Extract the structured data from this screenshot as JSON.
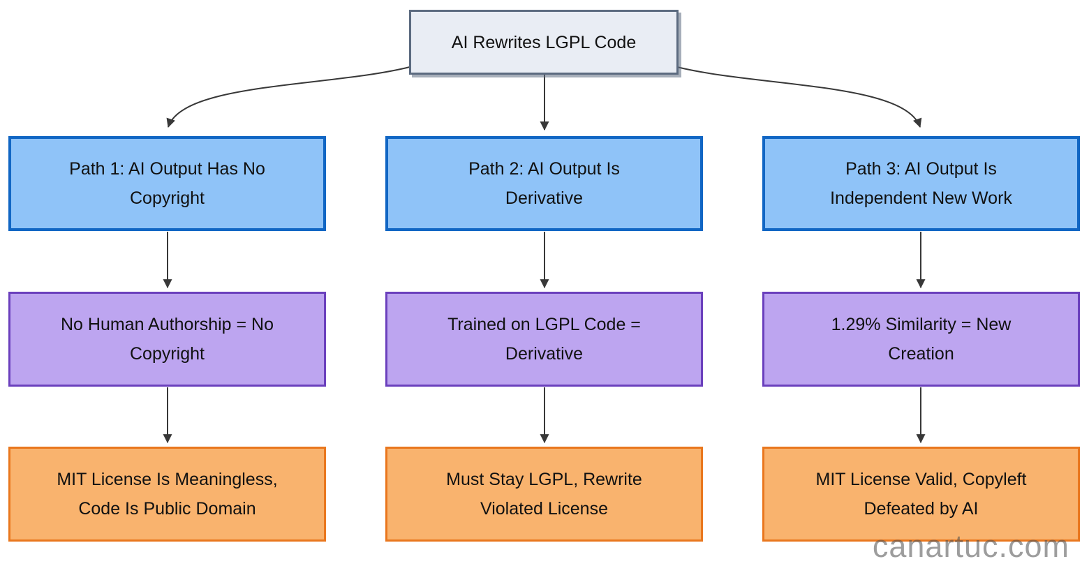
{
  "diagram": {
    "root": {
      "label": "AI Rewrites LGPL Code"
    },
    "columns": [
      {
        "path": "Path 1: AI Output Has No\nCopyright",
        "reason": "No Human Authorship = No\nCopyright",
        "outcome": "MIT License Is Meaningless,\nCode Is Public Domain"
      },
      {
        "path": "Path 2: AI Output Is\nDerivative",
        "reason": "Trained on LGPL Code =\nDerivative",
        "outcome": "Must Stay LGPL, Rewrite\nViolated License"
      },
      {
        "path": "Path 3: AI Output Is\nIndependent New Work",
        "reason": "1.29% Similarity = New\nCreation",
        "outcome": "MIT License Valid, Copyleft\nDefeated by AI"
      }
    ],
    "colors": {
      "root_fill": "#e9edf4",
      "root_border": "#5c6b80",
      "path_fill": "#8fc3f8",
      "path_border": "#1166c4",
      "reason_fill": "#bda5f0",
      "reason_border": "#6b40bd",
      "outcome_fill": "#f9b36e",
      "outcome_border": "#e9771e",
      "arrow": "#383838"
    }
  },
  "watermark": "canartuc.com"
}
